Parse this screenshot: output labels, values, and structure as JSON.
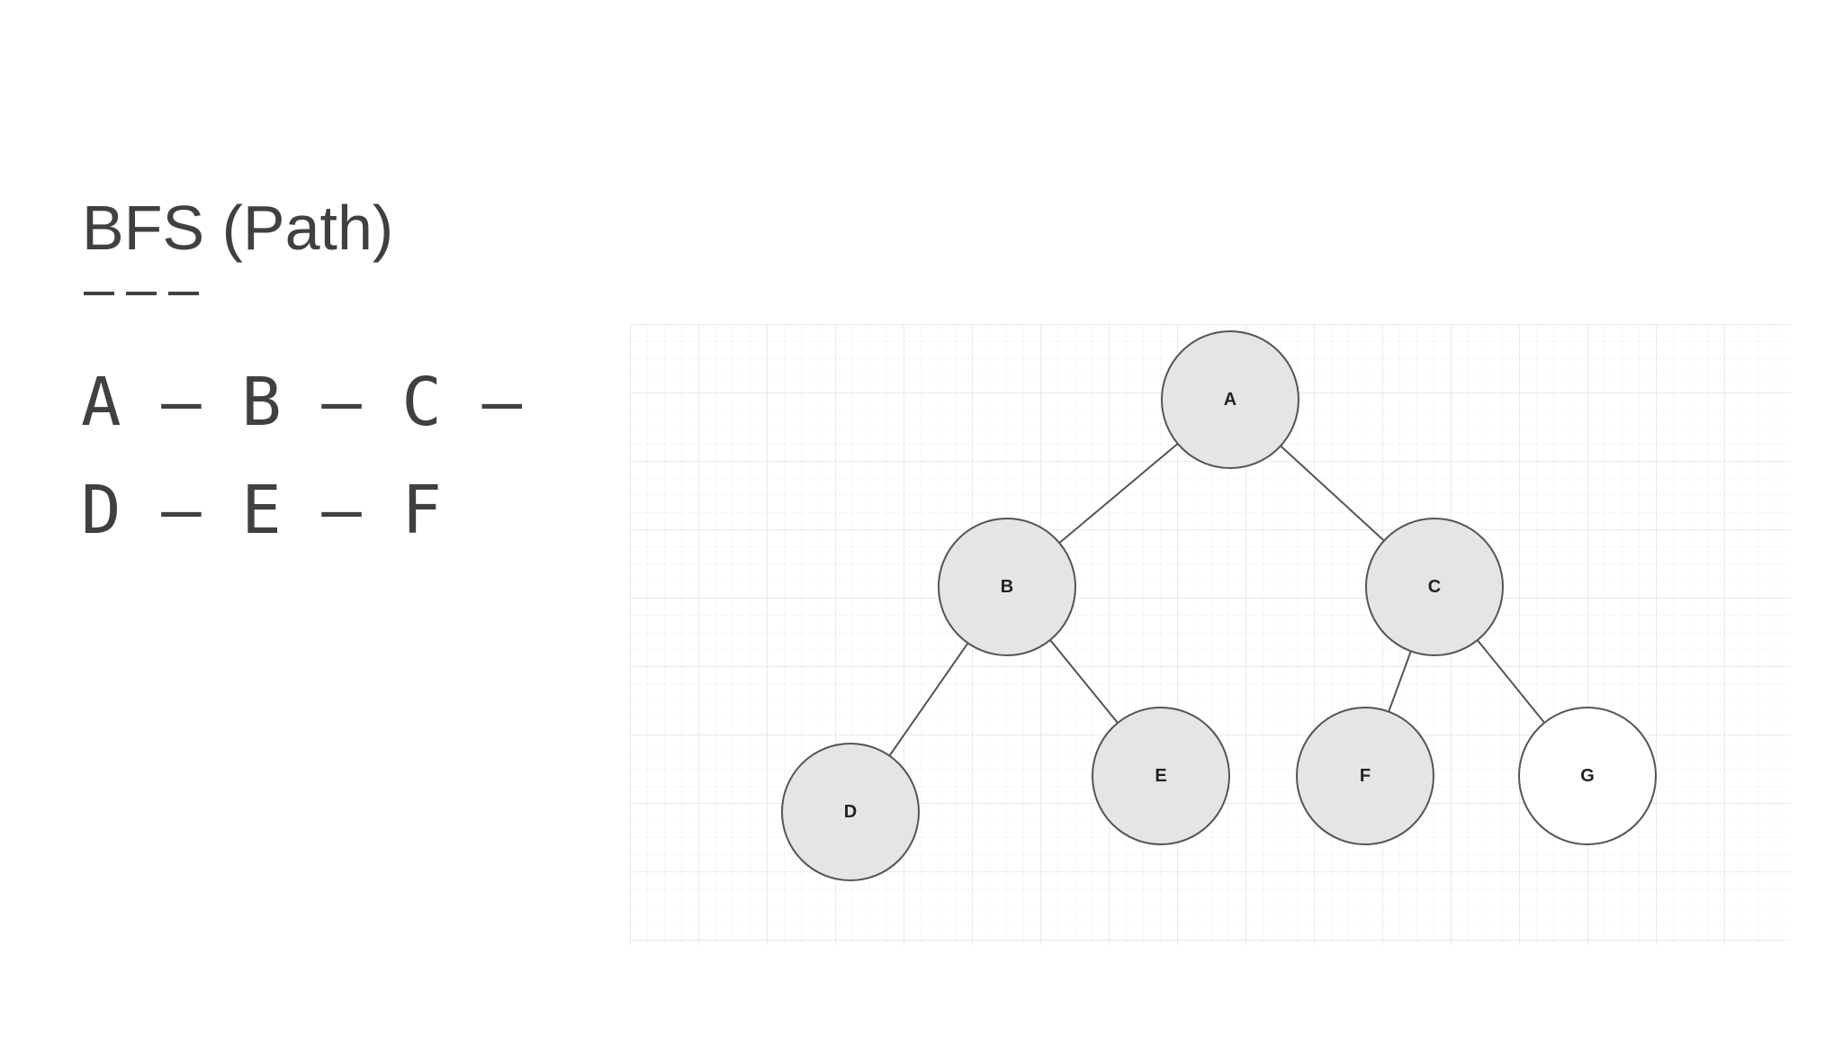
{
  "slide": {
    "title": "BFS (Path)",
    "path_line_1": "A – B – C –",
    "path_line_2": "D – E – F"
  },
  "diagram": {
    "nodes": [
      {
        "id": "A",
        "label": "A",
        "fill": "#e5e5e5"
      },
      {
        "id": "B",
        "label": "B",
        "fill": "#e5e5e5"
      },
      {
        "id": "C",
        "label": "C",
        "fill": "#e5e5e5"
      },
      {
        "id": "D",
        "label": "D",
        "fill": "#e5e5e5"
      },
      {
        "id": "E",
        "label": "E",
        "fill": "#e5e5e5"
      },
      {
        "id": "F",
        "label": "F",
        "fill": "#e5e5e5"
      },
      {
        "id": "G",
        "label": "G",
        "fill": "#ffffff"
      }
    ],
    "edges": [
      [
        "A",
        "B"
      ],
      [
        "A",
        "C"
      ],
      [
        "B",
        "D"
      ],
      [
        "B",
        "E"
      ],
      [
        "C",
        "F"
      ],
      [
        "C",
        "G"
      ]
    ]
  },
  "colors": {
    "text": "#404040",
    "node_stroke": "#555555",
    "visited_fill": "#e5e5e5",
    "unvisited_fill": "#ffffff",
    "grid": "#e9e9e9"
  }
}
